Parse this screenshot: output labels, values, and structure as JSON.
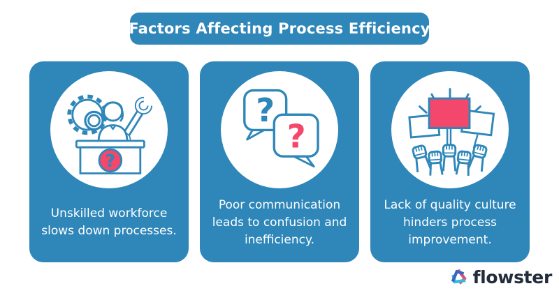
{
  "header": {
    "title": "Factors Affecting Process Efficiency"
  },
  "cards": [
    {
      "icon": "unskilled-workforce-icon",
      "lines": [
        "Unskilled workforce",
        "slows down processes."
      ]
    },
    {
      "icon": "speech-bubbles-icon",
      "lines": [
        "Poor communication",
        "leads to confusion and",
        "inefficiency."
      ]
    },
    {
      "icon": "raised-fists-icon",
      "lines": [
        "Lack of quality culture",
        "hinders process",
        "improvement."
      ]
    }
  ],
  "icons": {
    "question_mark": "?"
  },
  "footer": {
    "brand": "flowster"
  },
  "colors": {
    "card_blue": "#2E86B9",
    "accent_pink": "#F4476C",
    "icon_stroke_blue": "#2E86B9",
    "brand_navy": "#222C3A",
    "logo_pink": "#F04A66",
    "logo_blue": "#3B66C4",
    "logo_cyan": "#29C0E0",
    "background": "#FFFFFF"
  }
}
